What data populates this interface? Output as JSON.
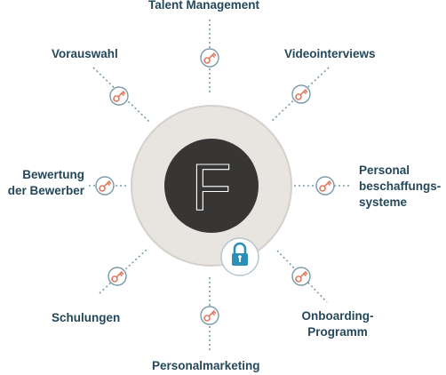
{
  "diagram": {
    "center": {
      "letter": "F"
    },
    "labels": {
      "talent": "Talent Management",
      "vorauswahl": "Vorauswahl",
      "video": "Videointerviews",
      "bewertung": [
        "Bewertung",
        "der Bewerber"
      ],
      "personal": [
        "Personal",
        "beschaffungs-",
        "systeme"
      ],
      "schulungen": "Schulungen",
      "onboarding": [
        "Onboarding-",
        "Programm"
      ],
      "marketing": "Personalmarketing"
    },
    "icons": {
      "node": "key-icon",
      "lock": "lock-icon"
    },
    "colors": {
      "text": "#24485a",
      "ring": "#e8e5e1",
      "ring_border": "#d4d0cb",
      "center_disc": "#373635",
      "line": "#7a9aa8",
      "key": "#e07a5f",
      "lock": "#2c8fb8"
    }
  }
}
